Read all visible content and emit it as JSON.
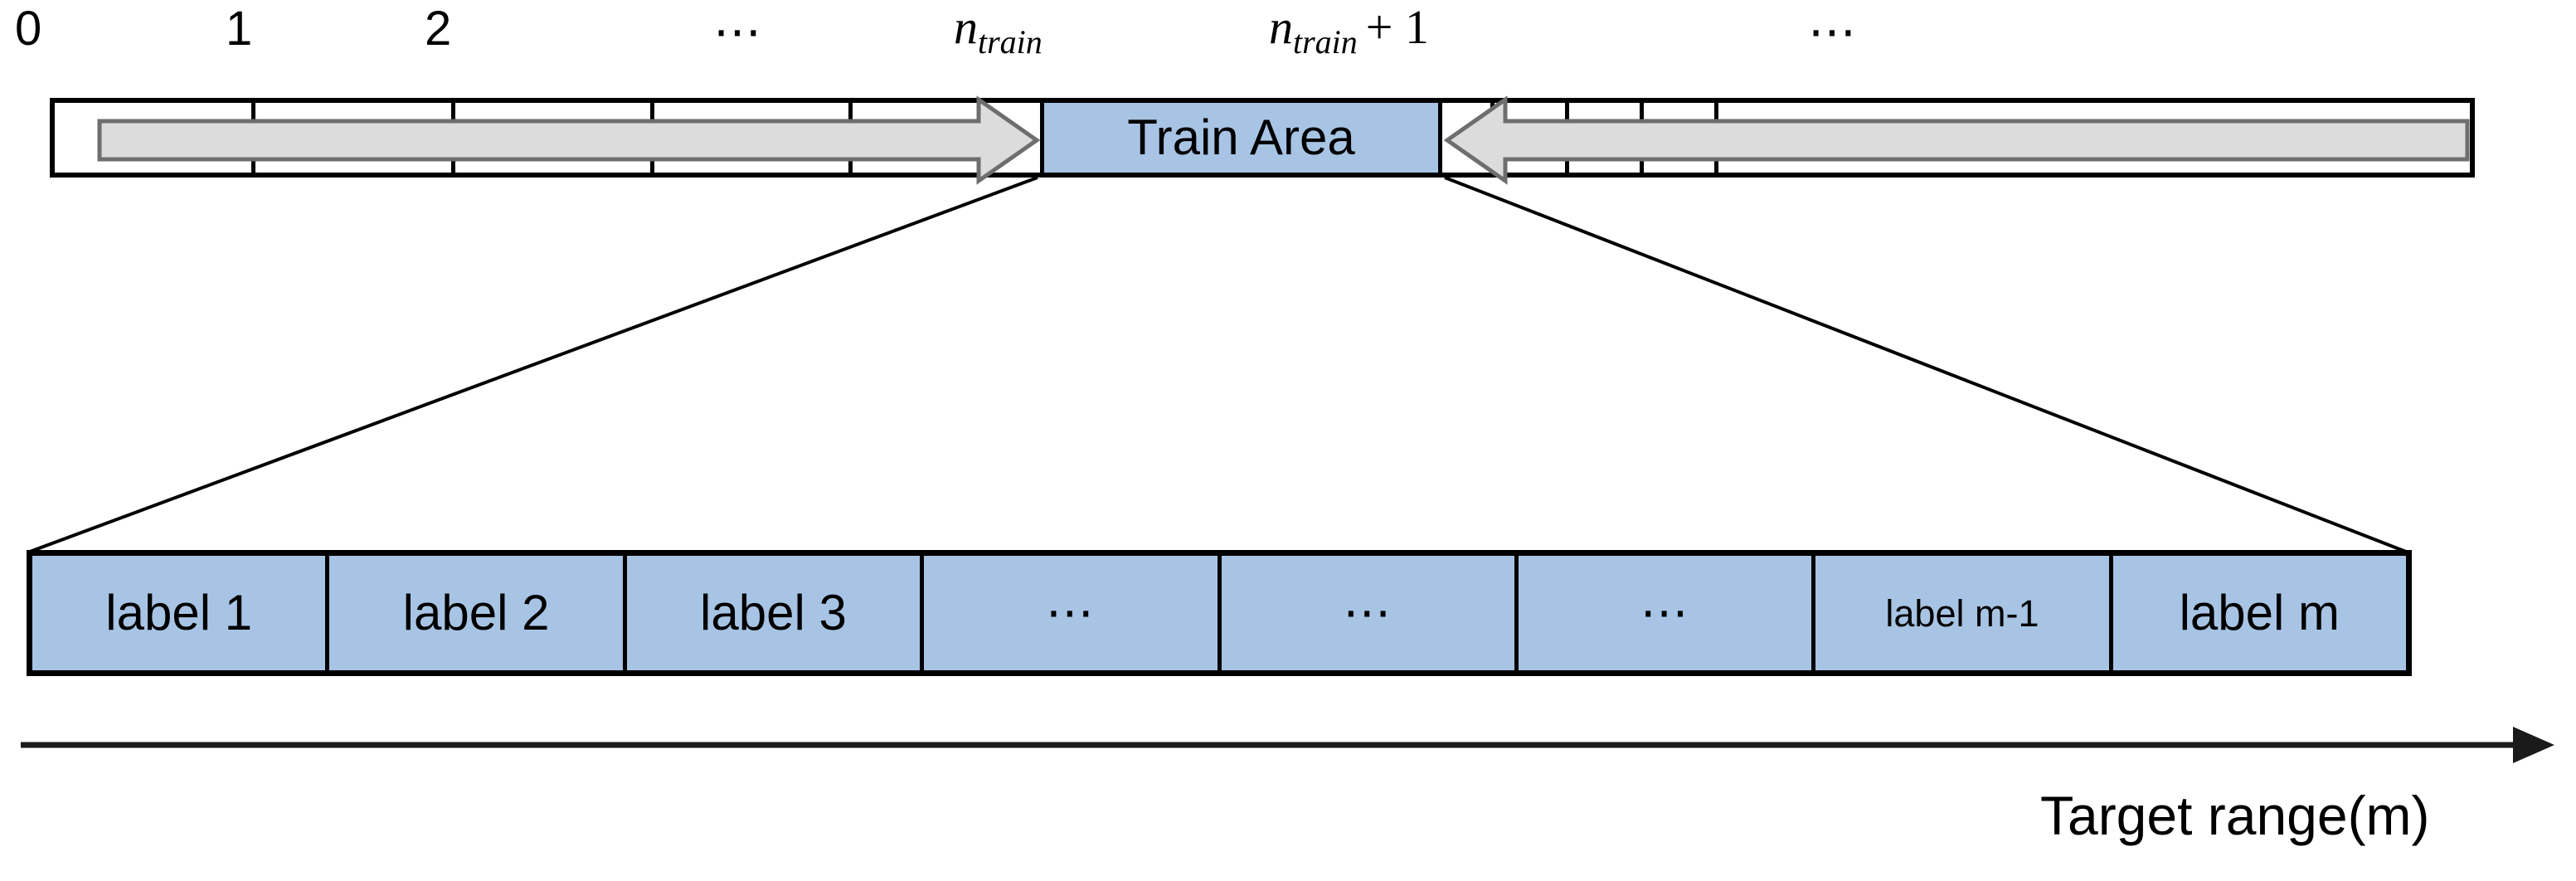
{
  "figure": {
    "title": "Target range binning with train area and label cells",
    "colors": {
      "cell_fill_blue": "#A8C4E4",
      "arrow_fill_gray": "#DCDCDC",
      "stroke": "#000000",
      "background": "#FFFFFF"
    }
  },
  "top_axis": {
    "ticks": [
      {
        "text": "0",
        "kind": "plain"
      },
      {
        "text": "1",
        "kind": "plain"
      },
      {
        "text": "2",
        "kind": "plain"
      },
      {
        "text": "⋯",
        "kind": "ellipsis"
      },
      {
        "base": "n",
        "sub": "train",
        "kind": "math"
      },
      {
        "base": "n",
        "sub": "train",
        "op": "+ 1",
        "kind": "math"
      },
      {
        "text": "⋯",
        "kind": "ellipsis"
      }
    ],
    "tick_labels_flat": [
      "0",
      "1",
      "2",
      "⋯",
      "n_train",
      "n_train + 1",
      "⋯"
    ]
  },
  "top_bar": {
    "train_area_label": "Train Area",
    "left_arrow_direction": "right",
    "right_arrow_direction": "left",
    "left_cells_count": 5,
    "right_cells_count": 5
  },
  "label_row": {
    "cells": [
      {
        "text": "label 1",
        "size": "normal"
      },
      {
        "text": "label 2",
        "size": "normal"
      },
      {
        "text": "label 3",
        "size": "normal"
      },
      {
        "text": "⋯",
        "size": "normal"
      },
      {
        "text": "⋯",
        "size": "normal"
      },
      {
        "text": "⋯",
        "size": "normal"
      },
      {
        "text": "label m-1",
        "size": "small"
      },
      {
        "text": "label m",
        "size": "normal"
      }
    ]
  },
  "bottom_axis": {
    "label": "Target range(m)",
    "arrow_direction": "right"
  }
}
